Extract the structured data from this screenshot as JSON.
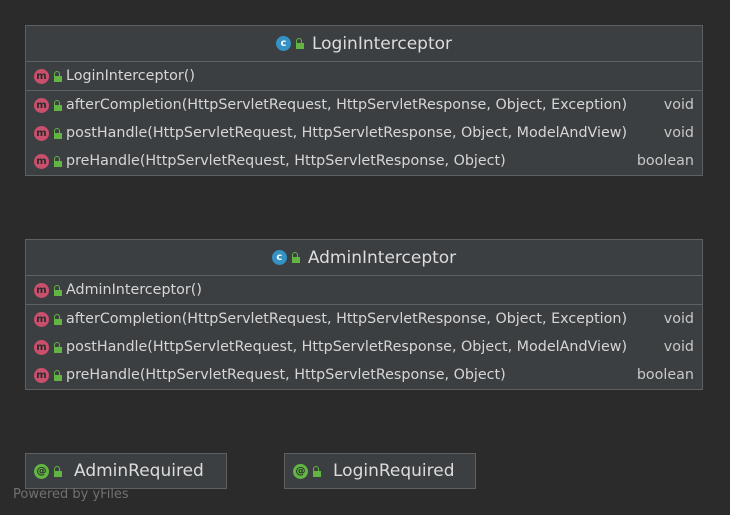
{
  "classes": [
    {
      "name": "LoginInterceptor",
      "constructor": "LoginInterceptor()",
      "methods": [
        {
          "name": "afterCompletion(HttpServletRequest, HttpServletResponse, Object, Exception)",
          "type": "void"
        },
        {
          "name": "postHandle(HttpServletRequest, HttpServletResponse, Object, ModelAndView)",
          "type": "void"
        },
        {
          "name": "preHandle(HttpServletRequest, HttpServletResponse, Object)",
          "type": "boolean"
        }
      ]
    },
    {
      "name": "AdminInterceptor",
      "constructor": "AdminInterceptor()",
      "methods": [
        {
          "name": "afterCompletion(HttpServletRequest, HttpServletResponse, Object, Exception)",
          "type": "void"
        },
        {
          "name": "postHandle(HttpServletRequest, HttpServletResponse, Object, ModelAndView)",
          "type": "void"
        },
        {
          "name": "preHandle(HttpServletRequest, HttpServletResponse, Object)",
          "type": "boolean"
        }
      ]
    }
  ],
  "annotations": [
    {
      "name": "AdminRequired"
    },
    {
      "name": "LoginRequired"
    }
  ],
  "icons": {
    "class": "class-icon",
    "method": "method-icon",
    "annotation": "annotation-icon",
    "visibility": "public-lock-icon",
    "class_glyph": "c",
    "method_glyph": "m",
    "annotation_glyph": "@"
  },
  "colors": {
    "background": "#2b2b2b",
    "box": "#3c3f41",
    "class_icon": "#3592c4",
    "method_icon": "#c94f6d",
    "annotation_icon": "#62b543"
  },
  "watermark": "Powered by yFiles"
}
